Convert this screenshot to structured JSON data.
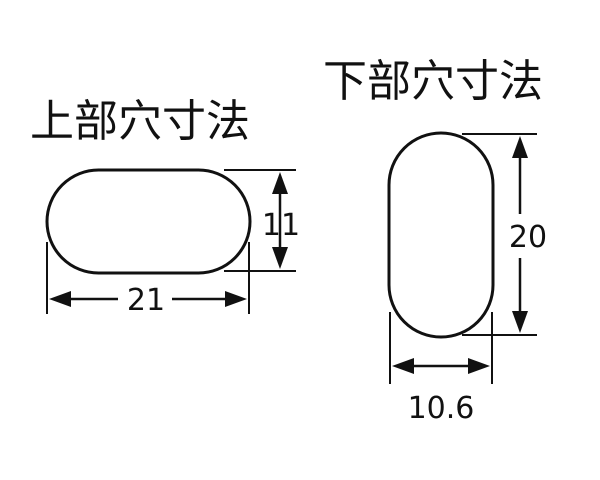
{
  "upper_hole": {
    "title": "上部穴寸法",
    "width_label": "21",
    "height_label": "11"
  },
  "lower_hole": {
    "title": "下部穴寸法",
    "height_label": "20",
    "width_label": "10.6"
  },
  "colors": {
    "ink": "#111111",
    "background": "#ffffff"
  }
}
